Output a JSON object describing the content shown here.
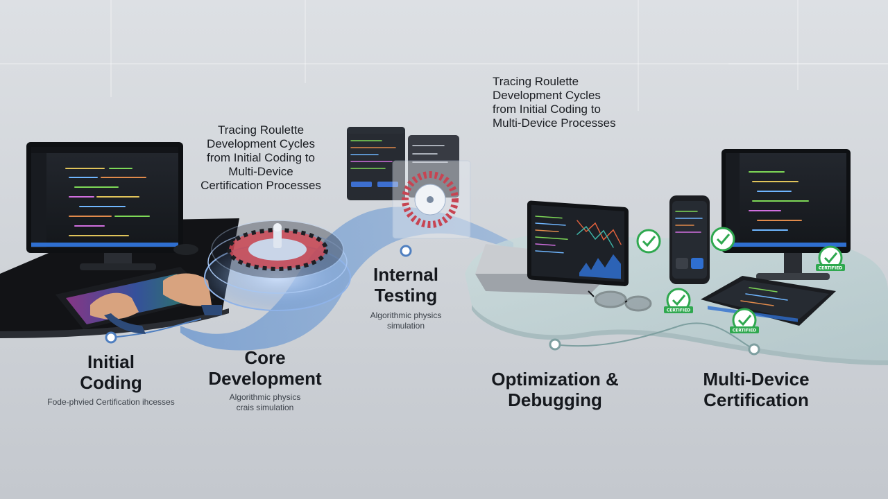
{
  "captions": {
    "left": [
      "Tracing Roulette",
      "Development Cycles",
      "from Initial Coding to",
      "Multi-Device",
      "Certification Processes"
    ],
    "right": [
      "Tracing Roulette",
      "Development Cycles",
      "from Initial Coding to",
      "Multi-Device Processes"
    ]
  },
  "stages": [
    {
      "title": [
        "Initial",
        "Coding"
      ],
      "subtitle": [
        "Fode-phvied Certification ihcesses"
      ]
    },
    {
      "title": [
        "Core",
        "Development"
      ],
      "subtitle": [
        "Algorithmic physics",
        "crais simulation"
      ]
    },
    {
      "title": [
        "Internal",
        "Testing"
      ],
      "subtitle": [
        "Algorithmic physics",
        "simulation"
      ]
    },
    {
      "title": [
        "Optimization &",
        "Debugging"
      ]
    },
    {
      "title": [
        "Multi-Device",
        "Certification"
      ]
    }
  ],
  "badge_label": "CERTIFIED",
  "colors": {
    "accent_blue": "#4f7fc0",
    "glass_teal": "#b5d0d0",
    "certified_green": "#2fa84f",
    "screen_dark": "#1f2328",
    "code_green": "#7ed957"
  },
  "icons": {
    "timeline_node": "ring-dot-icon",
    "badge": "checkmark-badge-icon"
  }
}
